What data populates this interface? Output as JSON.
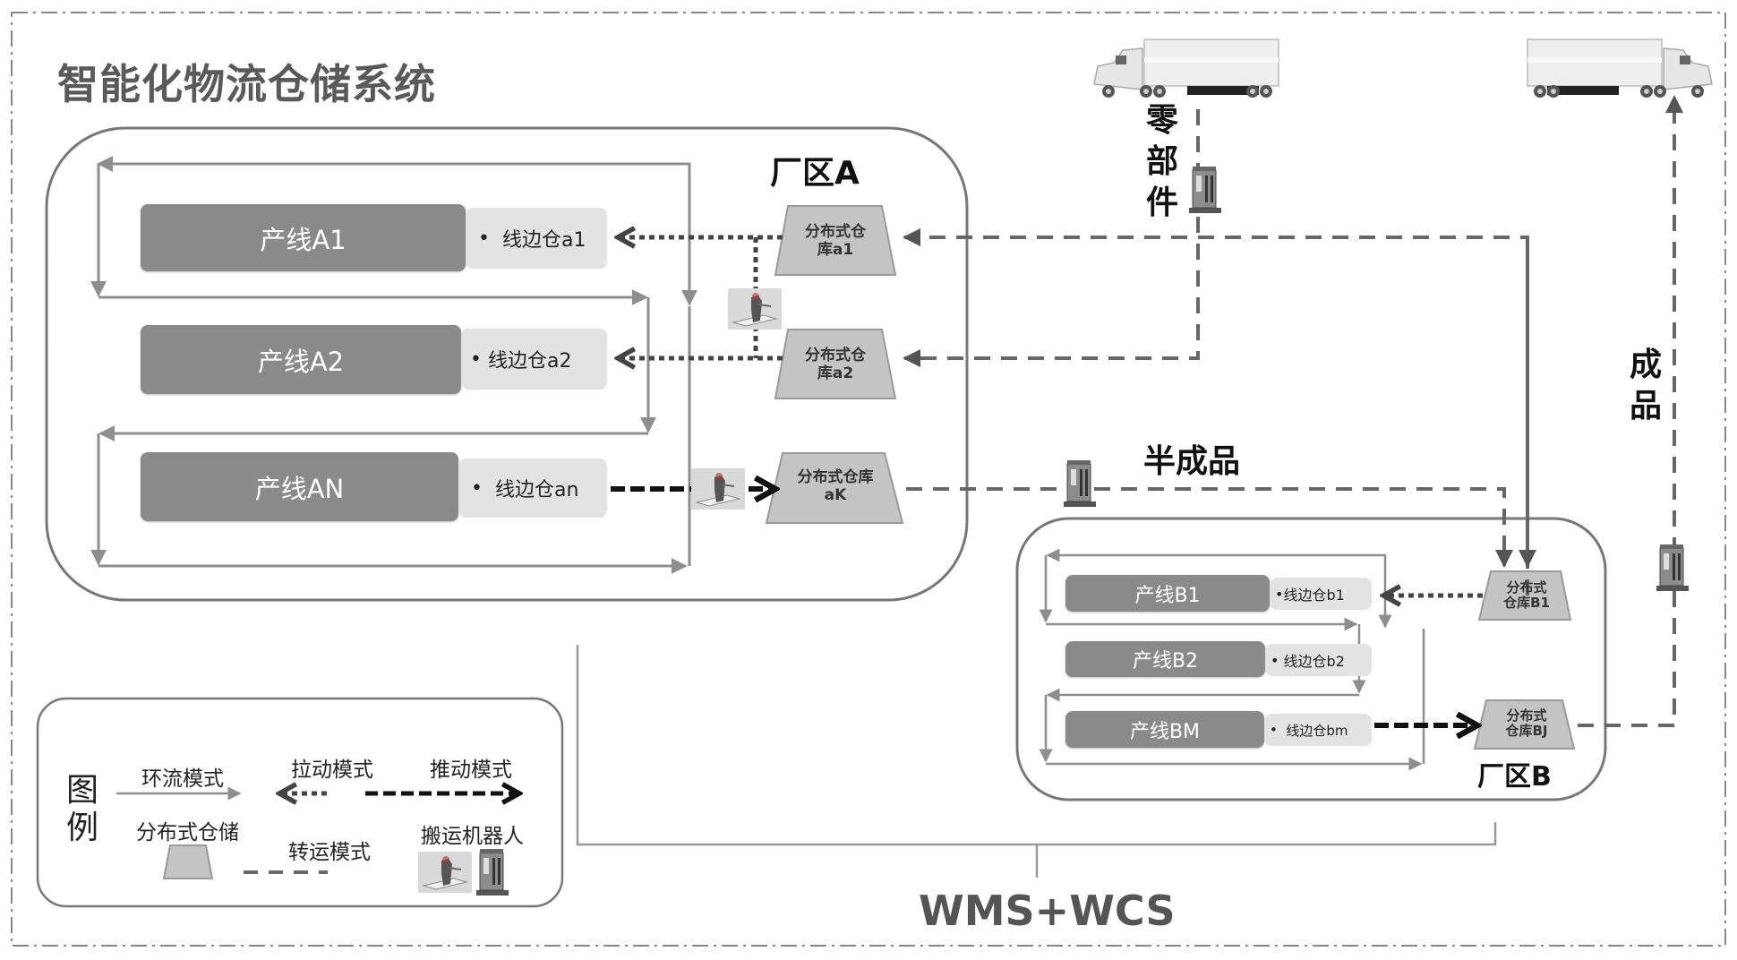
{
  "title": "智能化物流仓储系统",
  "colors": {
    "production_line": "#8a8a8a",
    "line_side_warehouse": "#e3e3e3",
    "distributed_warehouse": "#c4c4c4",
    "cycle_arrow": "#8e8e8e",
    "transfer_line": "#666666",
    "push_pull_line": "#111111",
    "border": "#777777"
  },
  "factory_a": {
    "label": "厂区A",
    "lines": [
      {
        "name": "产线A1",
        "side_warehouse": "线边仓a1"
      },
      {
        "name": "产线A2",
        "side_warehouse": "线边仓a2"
      },
      {
        "name": "产线AN",
        "side_warehouse": "线边仓an"
      }
    ],
    "warehouses": [
      {
        "line1": "分布式仓",
        "line2": "库a1"
      },
      {
        "line1": "分布式仓",
        "line2": "库a2"
      },
      {
        "line1": "分布式仓库",
        "line2": "aK"
      }
    ]
  },
  "factory_b": {
    "label": "厂区B",
    "lines": [
      {
        "name": "产线B1",
        "side_warehouse": "线边仓b1"
      },
      {
        "name": "产线B2",
        "side_warehouse": "线边仓b2"
      },
      {
        "name": "产线BM",
        "side_warehouse": "线边仓bm"
      }
    ],
    "warehouses": [
      {
        "line1": "分布式",
        "line2": "仓库B1"
      },
      {
        "line1": "分布式",
        "line2": "仓库BJ"
      }
    ]
  },
  "flows": {
    "parts": [
      "零",
      "部",
      "件"
    ],
    "semi_finished": "半成品",
    "finished": [
      "成",
      "品"
    ]
  },
  "legend": {
    "title": [
      "图",
      "例"
    ],
    "cycle_mode": "环流模式",
    "pull_mode": "拉动模式",
    "push_mode": "推动模式",
    "distributed_storage": "分布式仓储",
    "transfer_mode": "转运模式",
    "robot": "搬运机器人"
  },
  "system": "WMS+WCS",
  "icons": {
    "truck": "truck-icon",
    "agv_forklift": "agv-forklift-icon",
    "pallet_robot": "pallet-robot-icon"
  }
}
